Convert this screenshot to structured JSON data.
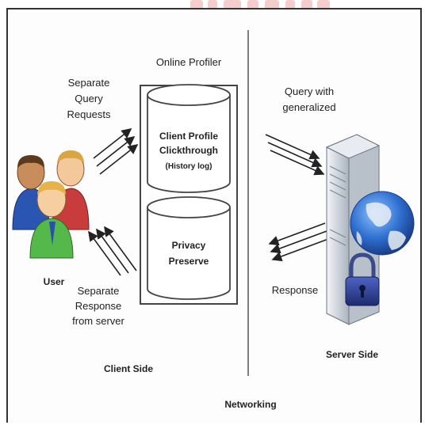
{
  "diagram": {
    "online_profiler": "Online Profiler",
    "client_profile": "Client Profile",
    "clickthrough": "Clickthrough",
    "history_log": "(History log)",
    "privacy": "Privacy",
    "preserve": "Preserve",
    "user": "User",
    "separate_query": "Separate\nQuery\nRequests",
    "separate_response": "Separate\nResponse\nfrom server",
    "client_side": "Client Side",
    "server_side": "Server Side",
    "query_generalized": "Query with\ngeneralized",
    "response": "Response",
    "networking": "Networking"
  },
  "colors": {
    "watermark": "#f2b8b8",
    "divider": "#555555",
    "cylinder_stroke": "#444444",
    "server_body": "#dfe4ea",
    "globe": "#2f6fd0",
    "lock": "#2d3f8f"
  }
}
